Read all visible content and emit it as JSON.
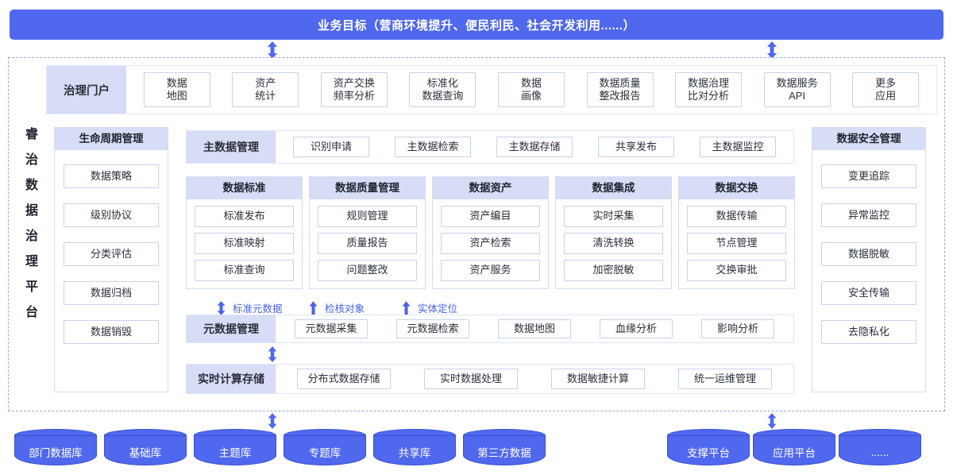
{
  "colors": {
    "primary": "#5068ee",
    "panel_header": "#d7ddf6",
    "chip_border": "#c9d2ea",
    "frame_dash": "#9aa7dd",
    "annotation": "#4a63e8"
  },
  "business_goal": {
    "label": "业务目标（营商环境提升、便民利民、社会开发利用......）"
  },
  "platform": {
    "name": "睿治数据治理平台"
  },
  "portal": {
    "label": "治理门户",
    "apps": [
      "数据\n地图",
      "资产\n统计",
      "资产交换\n频率分析",
      "标准化\n数据查询",
      "数据\n画像",
      "数据质量\n整改报告",
      "数据治理\n比对分析",
      "数据服务\nAPI",
      "更多\n应用"
    ]
  },
  "lifecycle": {
    "title": "生命周期管理",
    "items": [
      "数据策略",
      "级别协议",
      "分类评估",
      "数据归档",
      "数据销毁"
    ]
  },
  "security": {
    "title": "数据安全管理",
    "items": [
      "变更追踪",
      "异常监控",
      "数据脱敏",
      "安全传输",
      "去隐私化"
    ]
  },
  "master_data": {
    "label": "主数据管理",
    "items": [
      "识别申请",
      "主数据检索",
      "主数据存储",
      "共享发布",
      "主数据监控"
    ]
  },
  "domains": [
    {
      "title": "数据标准",
      "items": [
        "标准发布",
        "标准映射",
        "标准查询"
      ]
    },
    {
      "title": "数据质量管理",
      "items": [
        "规则管理",
        "质量报告",
        "问题整改"
      ]
    },
    {
      "title": "数据资产",
      "items": [
        "资产编目",
        "资产检索",
        "资产服务"
      ]
    },
    {
      "title": "数据集成",
      "items": [
        "实时采集",
        "清洗转换",
        "加密脱敏"
      ]
    },
    {
      "title": "数据交换",
      "items": [
        "数据传输",
        "节点管理",
        "交换审批"
      ]
    }
  ],
  "annotations": [
    {
      "label": "标准元数据",
      "arrow": "double-arrow-icon"
    },
    {
      "label": "检核对象",
      "arrow": "up-arrow-icon"
    },
    {
      "label": "实体定位",
      "arrow": "up-arrow-icon"
    }
  ],
  "metadata": {
    "label": "元数据管理",
    "items": [
      "元数据采集",
      "元数据检索",
      "数据地图",
      "血缘分析",
      "影响分析"
    ]
  },
  "realtime": {
    "label": "实时计算存储",
    "items": [
      "分布式数据存储",
      "实时数据处理",
      "数据敏捷计算",
      "统一运维管理"
    ]
  },
  "sources_left": [
    "部门数据库",
    "基础库",
    "主题库",
    "专题库",
    "共享库",
    "第三方数据"
  ],
  "sources_right": [
    "支撑平台",
    "应用平台",
    "......"
  ]
}
